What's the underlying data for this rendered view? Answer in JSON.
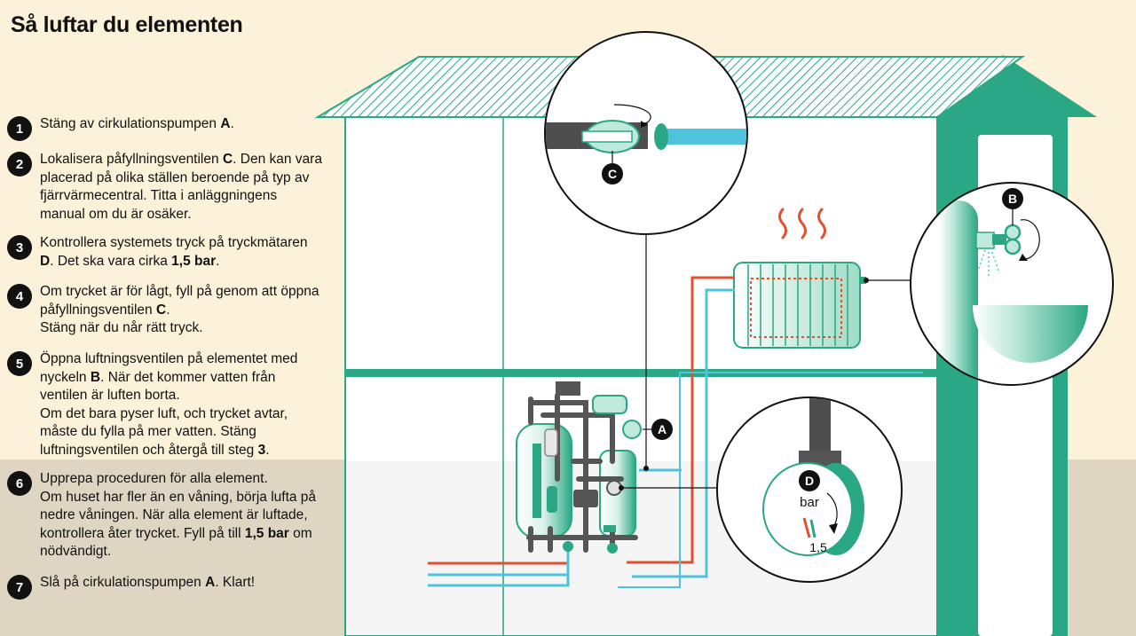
{
  "title": "Så luftar du elementen",
  "steps": [
    {
      "number": "1",
      "lines": [
        "Stäng av cirkulationspumpen A."
      ]
    },
    {
      "number": "2",
      "lines": [
        "Lokalisera påfyllningsventilen C. Den kan vara placerad på olika ställen beroende på typ av fjärrvärmecentral. Titta i anläggningens manual om du är osäker."
      ]
    },
    {
      "number": "3",
      "lines": [
        "Kontrollera systemets tryck på tryckmätaren D. Det ska vara cirka 1,5 bar."
      ]
    },
    {
      "number": "4",
      "lines": [
        "Om trycket är för lågt, fyll på genom att öppna påfyllningsventilen C.",
        "Stäng när du når rätt tryck."
      ]
    },
    {
      "number": "5",
      "lines": [
        "Öppna luftningsventilen på elementet med nyckeln B. När det kommer vatten från ventilen är luften borta.",
        "Om det bara pyser luft, och trycket avtar, måste du fylla på mer vatten. Stäng luftningsventilen och återgå till steg 3."
      ]
    },
    {
      "number": "6",
      "lines": [
        "Upprepa proceduren för alla element.",
        "Om huset har fler än en våning, börja lufta på nedre våningen. När alla element är luftade, kontrollera åter trycket. Fyll på till 1,5 bar om nödvändigt."
      ]
    },
    {
      "number": "7",
      "lines": [
        "Slå på cirkulationspumpen A. Klart!"
      ]
    }
  ],
  "bold_terms": [
    "A",
    "B",
    "C",
    "D",
    "1,5 bar",
    "3"
  ],
  "callouts": {
    "a": "A",
    "b": "B",
    "c": "C",
    "d": "D"
  },
  "gauge": {
    "unit": "bar",
    "value": "1,5"
  },
  "colors": {
    "house_green": "#2aa784",
    "hot_pipe": "#e0512f",
    "cold_pipe": "#4fc3dc",
    "dark_pipe": "#4e4e4e",
    "background": "#fcf1d9"
  }
}
